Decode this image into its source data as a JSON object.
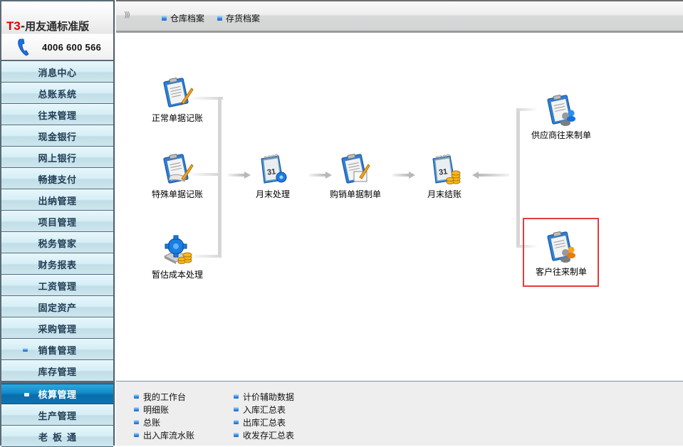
{
  "brand": {
    "prefix": "T3",
    "title": "-用友通标准版",
    "phone": "4006 600 566"
  },
  "sidebar": {
    "items": [
      {
        "label": "消息中心"
      },
      {
        "label": "总账系统"
      },
      {
        "label": "往来管理"
      },
      {
        "label": "现金银行"
      },
      {
        "label": "网上银行"
      },
      {
        "label": "畅捷支付"
      },
      {
        "label": "出纳管理"
      },
      {
        "label": "项目管理"
      },
      {
        "label": "税务管家"
      },
      {
        "label": "财务报表"
      },
      {
        "label": "工资管理"
      },
      {
        "label": "固定资产"
      },
      {
        "label": "采购管理"
      },
      {
        "label": "销售管理",
        "expanded": true
      },
      {
        "label": "库存管理"
      },
      {
        "label": "核算管理",
        "active": true
      },
      {
        "label": "生产管理"
      },
      {
        "label": "老板通"
      }
    ]
  },
  "toolbar": {
    "links": [
      {
        "label": "仓库档案"
      },
      {
        "label": "存货档案"
      }
    ]
  },
  "flow": {
    "nodes": {
      "normal_posting": "正常单据记账",
      "special_posting": "特殊单据记账",
      "estimated_cost": "暂估成本处理",
      "month_end_process": "月末处理",
      "purchase_sales_voucher": "购销单据制单",
      "month_end_close": "月末结账",
      "supplier_voucher": "供应商往来制单",
      "customer_voucher": "客户往来制单"
    },
    "highlight_color": "#e43c3c"
  },
  "bottom_links": {
    "col1": [
      "我的工作台",
      "明细账",
      "总账",
      "出入库流水账"
    ],
    "col2": [
      "计价辅助数据",
      "入库汇总表",
      "出库汇总表",
      "收发存汇总表"
    ]
  }
}
